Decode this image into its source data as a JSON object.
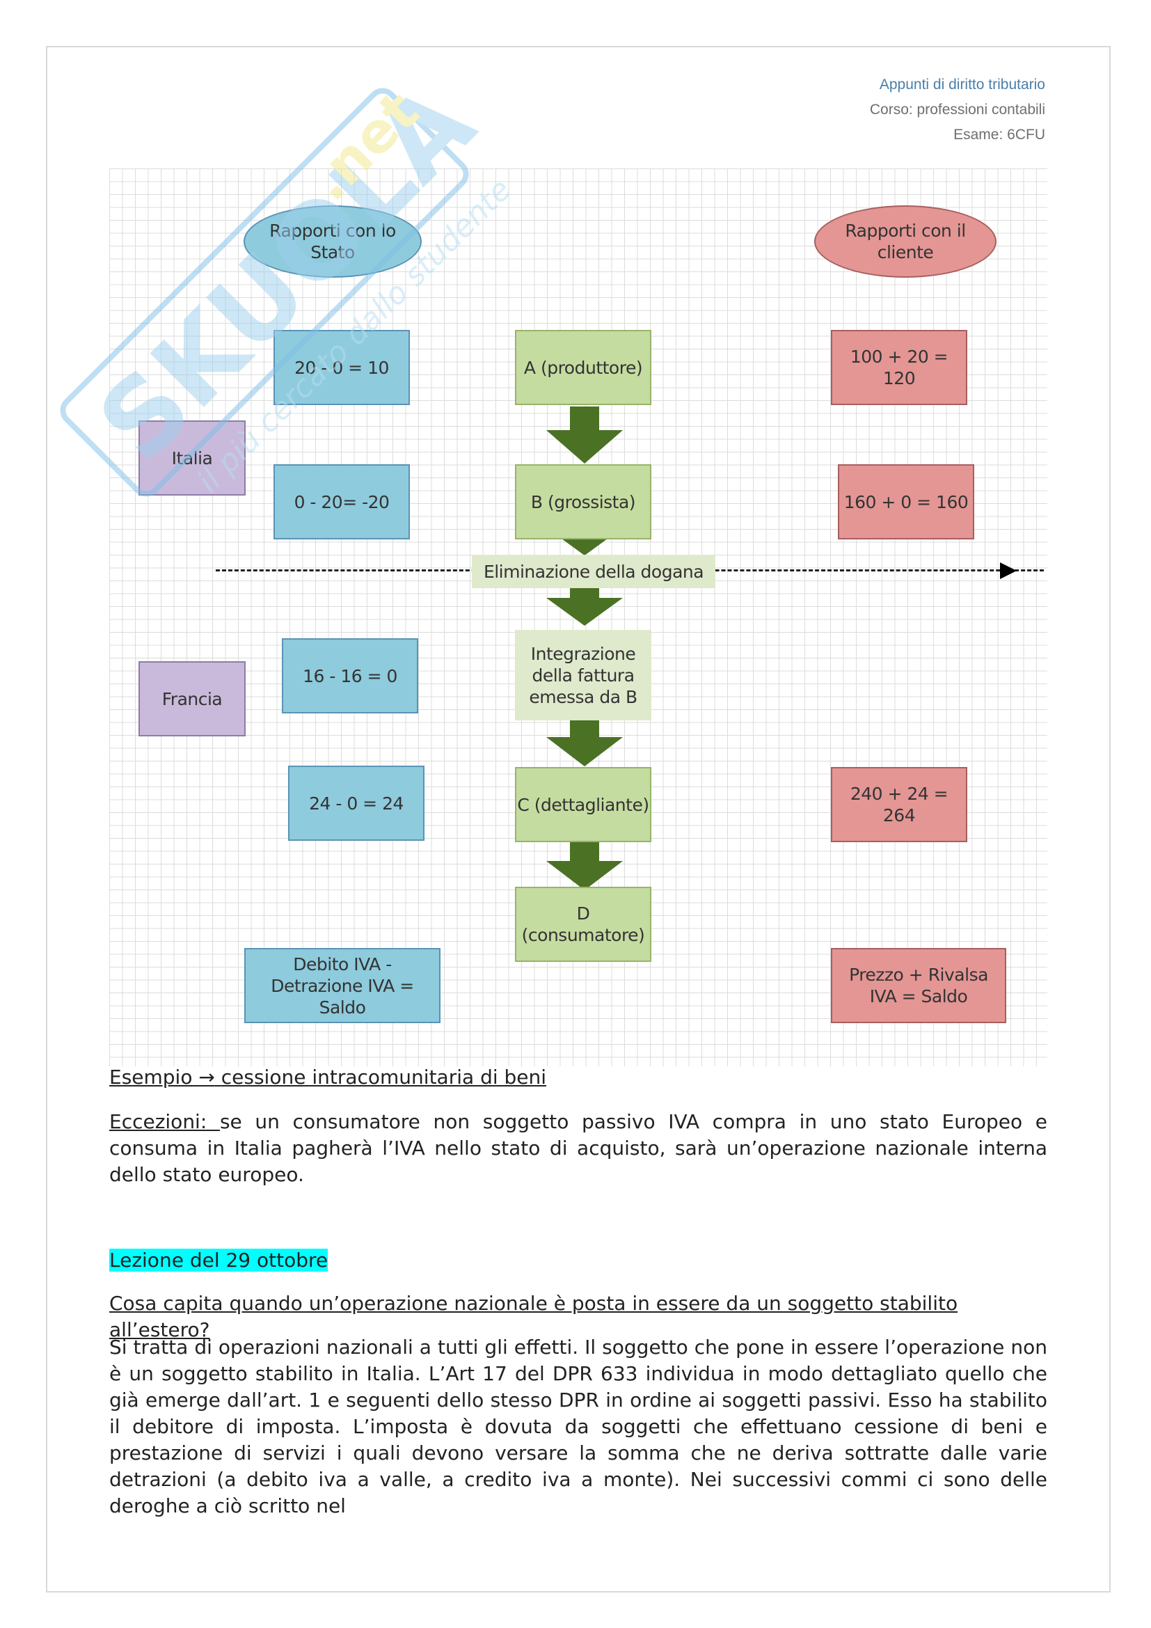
{
  "header": {
    "line1": "Appunti di diritto tributario",
    "line2": "Corso: professioni contabili",
    "line3": "Esame: 6CFU"
  },
  "watermark": {
    "brand": "Skuola.net",
    "tagline": "il più cercato dallo studente"
  },
  "diagram": {
    "ellipse_stato": "Rapporti con lo Stato",
    "ellipse_cliente": "Rapporti con il cliente",
    "stato_a": "20 - 0 = 10",
    "stato_b": "0 - 20= -20",
    "stato_f1": "16 - 16 = 0",
    "stato_c": "24 - 0 = 24",
    "stato_formula": "Debito IVA - Detrazione IVA = Saldo",
    "country_it": "Italia",
    "country_fr": "Francia",
    "node_a": "A (produttore)",
    "node_b": "B (grossista)",
    "customs": "Eliminazione della dogana",
    "integration": "Integrazione della fattura emessa da B",
    "node_c": "C (dettagliante)",
    "node_d": "D (consumatore)",
    "cliente_a": "100 + 20 = 120",
    "cliente_b": "160 + 0 = 160",
    "cliente_c": "240 + 24 = 264",
    "cliente_formula": "Prezzo + Rivalsa IVA = Saldo"
  },
  "text": {
    "esempio_label": "Esempio",
    "esempio_arrow": "→",
    "esempio_rest": "cessione intracomunitaria di beni",
    "eccezioni_label": "Eccezioni: ",
    "eccezioni_body": "se un consumatore non soggetto passivo IVA compra in uno stato Europeo e consuma in Italia pagherà l’IVA nello stato di acquisto, sarà un’operazione nazionale interna dello stato europeo.",
    "lezione": "Lezione del 29 ottobre",
    "question": "Cosa capita quando un’operazione nazionale è posta in essere da un soggetto stabilito all’estero?",
    "paragraph": "Si tratta di operazioni nazionali a tutti gli effetti. Il soggetto che pone in essere l’operazione non è un soggetto stabilito in Italia. L’Art 17 del DPR 633 individua in modo dettagliato quello che già emerge dall’art. 1 e seguenti dello stesso DPR in ordine ai soggetti passivi. Esso ha stabilito il debitore di imposta. L’imposta è dovuta da soggetti che effettuano cessione di beni e prestazione di servizi i quali devono versare la somma che ne deriva sottratte dalle varie detrazioni (a debito iva a valle, a credito iva a monte). Nei successivi commi ci sono delle deroghe a ciò scritto nel"
  }
}
